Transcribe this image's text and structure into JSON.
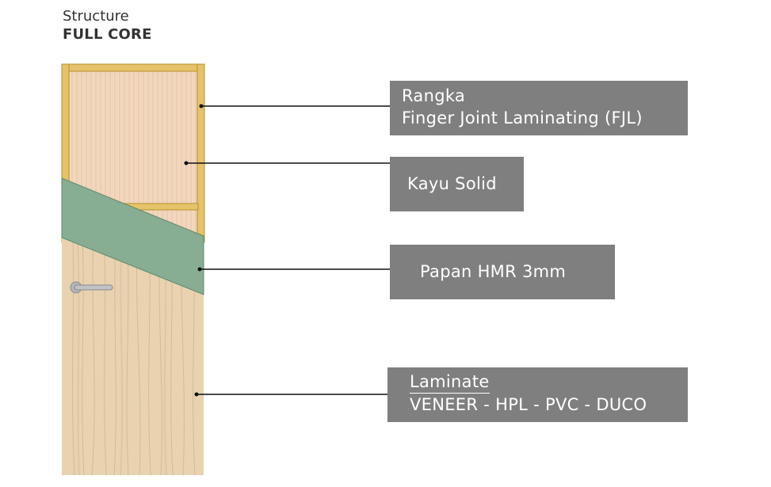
{
  "header": {
    "subtitle": "Structure",
    "title": "FULL CORE"
  },
  "labels": {
    "rangka": {
      "line1": "Rangka",
      "line2": "Finger Joint Laminating (FJL)"
    },
    "kayu_solid": "Kayu Solid",
    "papan": "Papan HMR 3mm",
    "laminate": {
      "title": "Laminate",
      "options": "VENEER - HPL - PVC - DUCO"
    }
  },
  "colors": {
    "frame": "#e5c36a",
    "frame_edge": "#b8902d",
    "core": "#f3d8bf",
    "core_stripe": "#e4c2a3",
    "hmr_board": "#87ad92",
    "veneer": "#e8d2b0",
    "veneer_grain": "#caa67c",
    "label_bg": "#7f7f7f",
    "leader_line": "#111111"
  }
}
